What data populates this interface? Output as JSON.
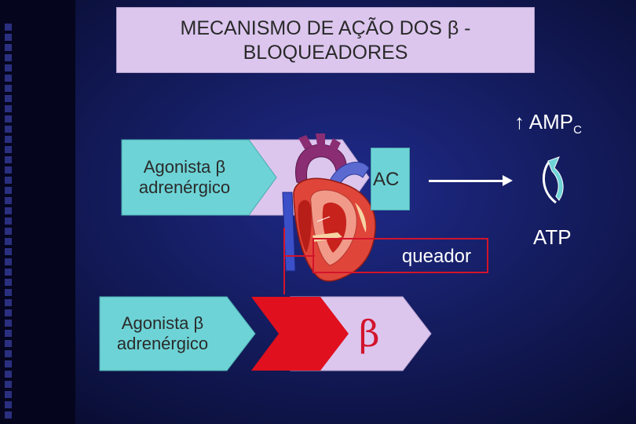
{
  "title": {
    "line1": "MECANISMO DE AÇÃO DOS  β -",
    "line2": "BLOQUEADORES"
  },
  "pathway": {
    "ampc_arrow": "↑",
    "ampc_main": " AMP",
    "ampc_sub": "C",
    "atp": "ATP",
    "ac_label": "AC",
    "bloqueador_label": "queador"
  },
  "agonist_top": {
    "line1": "Agonista β",
    "line2": "adrenérgico"
  },
  "agonist_bottom": {
    "line1": "Agonista β",
    "line2": "adrenérgico"
  },
  "receptor": {
    "symbol": "β"
  },
  "colors": {
    "title_bg": "#dcc6ee",
    "agonist_bg": "#6dd3d6",
    "receptor_bg": "#dcc6ee",
    "blocker_red": "#e0101e",
    "ac_bg": "#6dd3d6",
    "cycle_arrow": "#6dd3d6"
  },
  "icons": [
    "heart-illustration",
    "cycle-arrow-icon",
    "right-arrow-icon"
  ]
}
